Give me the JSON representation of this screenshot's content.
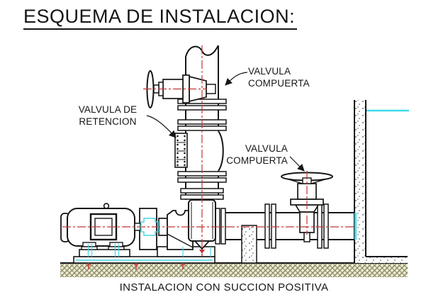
{
  "title": "ESQUEMA DE INSTALACION:",
  "caption": "INSTALACION CON SUCCION POSITIVA",
  "labels": {
    "gate_valve_top": {
      "line1": "VALVULA",
      "line2": "COMPUERTA"
    },
    "check_valve": {
      "line1": "VALVULA DE",
      "line2": "RETENCION"
    },
    "gate_valve_right": {
      "line1": "VALVULA",
      "line2": "COMPUERTA"
    }
  },
  "colors": {
    "linework": "#161616",
    "centerline_red": "#c33636",
    "hidden_detail_cyan": "#49d7e3",
    "water_level_cyan": "#3fd9ea",
    "ground_hatch_olive": "#8c8b5f"
  },
  "components": [
    "electric-motor",
    "coupling-guard",
    "coupling",
    "pump-volute",
    "discharge-pipe",
    "suction-pipe",
    "gate-valve-top",
    "check-valve",
    "gate-valve-right",
    "pipe-support-pier",
    "baseplate",
    "concrete-wall",
    "water-level",
    "ground"
  ]
}
